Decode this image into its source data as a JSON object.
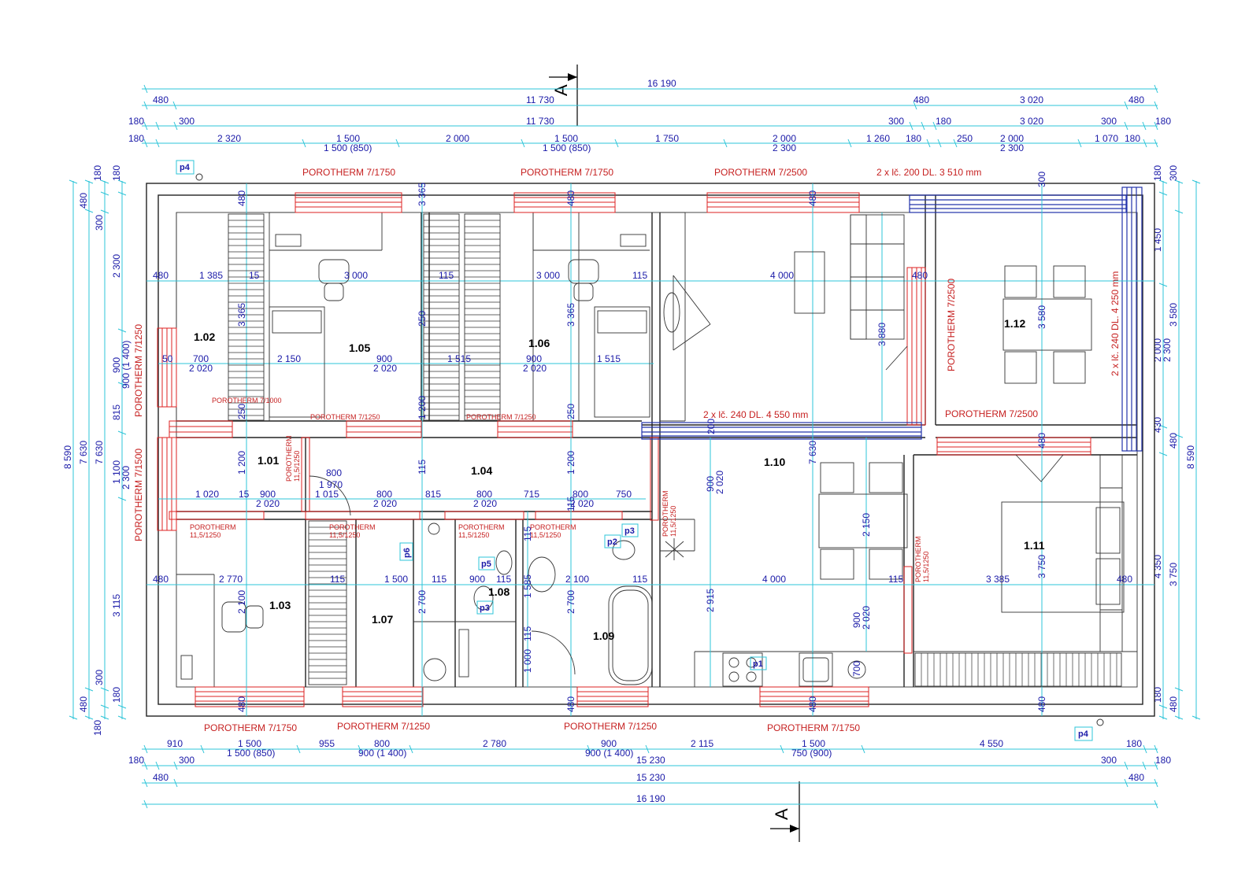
{
  "section_label": "A",
  "markers": {
    "p4_top": "p4",
    "p4_bottom": "p4",
    "p1": "p1",
    "p2": "p2",
    "p3a": "p3",
    "p3b": "p3",
    "p5": "p5",
    "p6": "p6"
  },
  "rooms": {
    "r101": "1.01",
    "r102": "1.02",
    "r103": "1.03",
    "r104": "1.04",
    "r105": "1.05",
    "r106": "1.06",
    "r107": "1.07",
    "r108": "1.08",
    "r109": "1.09",
    "r110": "1.10",
    "r111": "1.11",
    "r112": "1.12"
  },
  "lintels": {
    "t1": "POROTHERM 7/1750",
    "t2": "POROTHERM 7/1750",
    "t3": "POROTHERM 7/2500",
    "t4": "2 x lč. 200 DL. 3 510 mm",
    "b1": "POROTHERM 7/1750",
    "b2": "POROTHERM 7/1250",
    "b3": "POROTHERM 7/1250",
    "b4": "POROTHERM 7/1750",
    "l1": "POROTHERM 7/1250",
    "l2": "POROTHERM 7/1500",
    "r1": "POROTHERM 7/2500",
    "r2": "POROTHERM 7/2500",
    "v1": "2 x lč. 240 DL. 4 250 mm",
    "m1": "2 x lč. 240 DL. 4 550 mm",
    "i1": "POROTHERM 7/1000",
    "i2": "POROTHERM 7/1250",
    "i3": "POROTHERM 7/1250",
    "s1a": "POROTHERM",
    "s1b": "11,5/1250",
    "s2a": "POROTHERM",
    "s2b": "11,5/1250",
    "s3a": "POROTHERM",
    "s3b": "11,5/1250",
    "s4a": "POROTHERM",
    "s4b": "11,5/1250",
    "sv1a": "POROTHERM",
    "sv1b": "11,5/1250",
    "sv2a": "POROTHERM",
    "sv2b": "11,5/1250",
    "sv3a": "POROTHERM",
    "sv3b": "11,5/1250"
  },
  "dims_top": {
    "total": "16 190",
    "a1": "480",
    "a2": "11 730",
    "a3": "480",
    "a4": "3 020",
    "a5": "480",
    "b1": "180",
    "b2": "300",
    "b3": "11 730",
    "b4": "300",
    "b5": "180",
    "b6": "3 020",
    "b7": "300",
    "b8": "180",
    "c1": "180",
    "c2": "2 320",
    "c3": "1 500",
    "c3b": "1 500 (850)",
    "c4": "2 000",
    "c5": "1 500",
    "c5b": "1 500 (850)",
    "c6": "1 750",
    "c7": "2 000",
    "c7b": "2 300",
    "c8": "1 260",
    "c9": "180",
    "c10": "250",
    "c11": "2 000",
    "c11b": "2 300",
    "c12": "1 070",
    "c13": "180"
  },
  "dims_bottom": {
    "a1": "910",
    "a2": "1 500",
    "a2b": "1 500 (850)",
    "a3": "955",
    "a4": "800",
    "a4b": "900 (1 400)",
    "a5": "2 780",
    "a6": "900",
    "a6b": "900 (1 400)",
    "a7": "2 115",
    "a8": "1 500",
    "a8b": "750 (900)",
    "a9": "4 550",
    "a10": "180",
    "b1": "180",
    "b2": "300",
    "b3": "15 230",
    "b4": "300",
    "b5": "180",
    "c1": "480",
    "c2": "15 230",
    "c3": "480",
    "total": "16 190"
  },
  "dims_left": {
    "total": "8 590",
    "a1": "7 630",
    "a2": "7 630",
    "a3": "480",
    "a4": "300",
    "a5": "180",
    "a6": "180",
    "b1": "2 300",
    "b2": "900",
    "b2b": "900 (1 400)",
    "b3": "815",
    "b4": "1 100",
    "b4b": "2 300",
    "b5": "3 115",
    "b6": "300",
    "b7": "480",
    "b8": "180",
    "b9": "180"
  },
  "dims_right": {
    "total": "8 590",
    "a1": "180",
    "a2": "300",
    "a3": "1 450",
    "a4": "3 580",
    "a5": "2 000",
    "a5b": "2 300",
    "a6": "430",
    "a7": "480",
    "a8": "4 350",
    "a9": "3 750",
    "a10": "180",
    "a11": "480"
  },
  "dims_inner": {
    "h1": "480",
    "h2": "1 385",
    "h3": "15",
    "h4": "3 000",
    "h5": "115",
    "h6": "3 000",
    "h7": "115",
    "h8": "4 000",
    "h9": "480",
    "h10": "50",
    "h11": "700",
    "h11b": "2 020",
    "h12": "2 150",
    "h13": "900",
    "h13b": "2 020",
    "h14": "1 515",
    "h15": "900",
    "h15b": "2 020",
    "h16": "1 515",
    "h17": "1 020",
    "h18": "15",
    "h19": "900",
    "h19b": "2 020",
    "h20": "1 015",
    "h20b": "1 970",
    "h20c": "800",
    "h21": "800",
    "h21b": "2 020",
    "h22": "815",
    "h23": "800",
    "h23b": "2 020",
    "h24": "715",
    "h25": "800",
    "h25b": "2 020",
    "h26": "750",
    "h27": "480",
    "h28": "2 770",
    "h29": "115",
    "h30": "1 500",
    "h31": "115",
    "h32": "900",
    "h33": "115",
    "h34": "2 100",
    "h35": "115",
    "h36": "4 000",
    "h37": "115",
    "h38": "3 385",
    "h39": "480",
    "v1": "480",
    "v2": "3 365",
    "v3": "250",
    "v4": "1 200",
    "v5": "2 100",
    "v6": "480",
    "v7": "3 365",
    "v8": "250",
    "v9": "1 200",
    "v10": "115",
    "v11": "2 700",
    "v12": "480",
    "v13": "3 365",
    "v14": "250",
    "v15": "1 200",
    "v16": "115",
    "v17": "2 700",
    "v18": "480",
    "v19": "480",
    "v20": "3 880",
    "v21": "7 630",
    "v22": "2 150",
    "v23": "900",
    "v23b": "2 020",
    "v24": "2 915",
    "v25": "900",
    "v25b": "2 020",
    "v26": "700",
    "v27": "480",
    "v28": "300",
    "v29": "3 580",
    "v30": "480",
    "v31": "3 750",
    "v32": "480",
    "v33": "200",
    "v34": "115",
    "v35": "1 000",
    "v36": "1 585",
    "v37": "115"
  }
}
